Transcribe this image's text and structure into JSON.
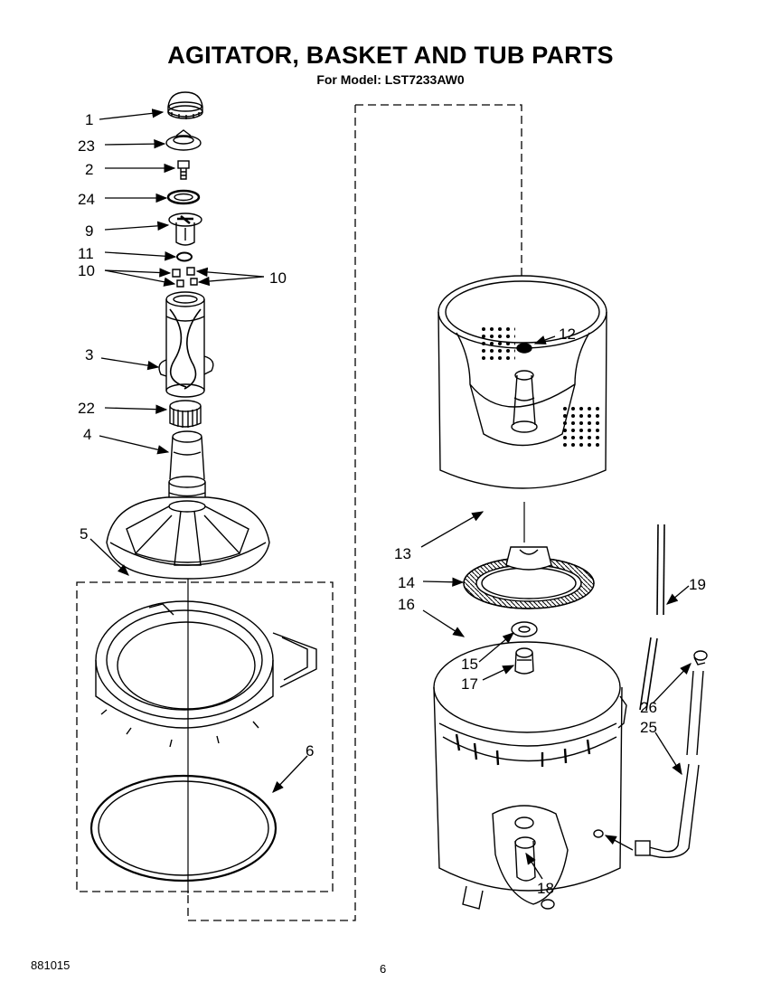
{
  "title": "AGITATOR, BASKET AND TUB PARTS",
  "subtitle": "For Model: LST7233AW0",
  "document_number": "881015",
  "page_number": "6",
  "callouts": {
    "c1": "1",
    "c23": "23",
    "c2": "2",
    "c24": "24",
    "c9": "9",
    "c11": "11",
    "c10a": "10",
    "c10b": "10",
    "c3": "3",
    "c22": "22",
    "c4": "4",
    "c5": "5",
    "c6": "6",
    "c12": "12",
    "c13": "13",
    "c14": "14",
    "c16": "16",
    "c15": "15",
    "c17": "17",
    "c18": "18",
    "c19": "19",
    "c26": "26",
    "c25": "25"
  }
}
